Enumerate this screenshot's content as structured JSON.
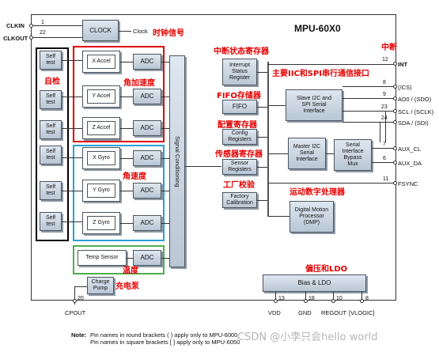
{
  "chip_title": "MPU-60X0",
  "pins": {
    "clkin": {
      "label": "CLKIN",
      "num": "1"
    },
    "clkout": {
      "label": "CLKOUT",
      "num": "22"
    },
    "int": {
      "label": "INT",
      "num": "12"
    },
    "cs": {
      "label": "(/CS)",
      "num": "8"
    },
    "ad0": {
      "label": "AD0 / (SDO)",
      "num": "9"
    },
    "scl": {
      "label": "SCL / (SCLK)",
      "num": "23"
    },
    "sda": {
      "label": "SDA / (SDI)",
      "num": "24"
    },
    "aux_cl": {
      "label": "AUX_CL",
      "num": "7"
    },
    "aux_da": {
      "label": "AUX_DA",
      "num": "6"
    },
    "fsync": {
      "label": "FSYNC",
      "num": "11"
    },
    "cpout": {
      "label": "CPOUT",
      "num": "20"
    },
    "vdd": {
      "label": "VDD",
      "num": "13"
    },
    "gnd": {
      "label": "GND",
      "num": "18"
    },
    "regout": {
      "label": "REGOUT",
      "num": "10"
    },
    "vlogic": {
      "label": "[VLOGIC]",
      "num": "8"
    }
  },
  "blocks": {
    "clock": "CLOCK",
    "clock_out_label": "Clock",
    "self_test": [
      "Self",
      "test"
    ],
    "x_accel": "X Accel",
    "y_accel": "Y Accel",
    "z_accel": "Z Accel",
    "x_gyro": "X Gyro",
    "y_gyro": "Y Gyro",
    "z_gyro": "Z Gyro",
    "temp_sensor": "Temp Sensor",
    "adc": "ADC",
    "signal_conditioning": "Signal Conditioning",
    "charge_pump": [
      "Charge",
      "Pump"
    ],
    "interrupt_status": [
      "Interrupt",
      "Status",
      "Register"
    ],
    "fifo": "FIFO",
    "config_registers": [
      "Config",
      "Registers"
    ],
    "sensor_registers": [
      "Sensor",
      "Registers"
    ],
    "factory_calibration": [
      "Factory",
      "Calibration"
    ],
    "slave_i2c_spi": [
      "Slave I2C and",
      "SPI Serial",
      "Interface"
    ],
    "master_i2c": [
      "Master I2C",
      "Serial",
      "Interface"
    ],
    "serial_bypass": [
      "Serial",
      "Interface",
      "Bypass",
      "Mux"
    ],
    "dmp": [
      "Digital Motion",
      "Processor",
      "(DMP)"
    ],
    "bias_ldo": "Bias & LDO"
  },
  "annotations": {
    "clock_signal": "时钟信号",
    "self_test": "自检",
    "accel": "角加速度",
    "gyro": "角速度",
    "temperature": "温度",
    "charge_pump": "充电泵",
    "interrupt": "中断",
    "interrupt_status": "中断状态寄存器",
    "iic_spi": "主要IIC和SPI串行通信接口",
    "fifo": "FIFO存储器",
    "config": "配置寄存器",
    "sensor_regs": "传感器寄存器",
    "factory": "工厂校验",
    "dmp": "运动数字处理器",
    "bias_ldo": "偏压和LDO"
  },
  "notes": {
    "label": "Note:",
    "line1": "Pin names in round brackets ( ) apply only to MPU-6000",
    "line2": "Pin names in square brackets [ ] apply only to MPU-6050"
  },
  "watermark": "CSDN @小李只会hello world",
  "colors": {
    "annotation": "#e60000",
    "accel_group": "#e00000",
    "gyro_group": "#2a9fd6",
    "temp_group": "#4caf50",
    "self_test_group": "#000000"
  }
}
